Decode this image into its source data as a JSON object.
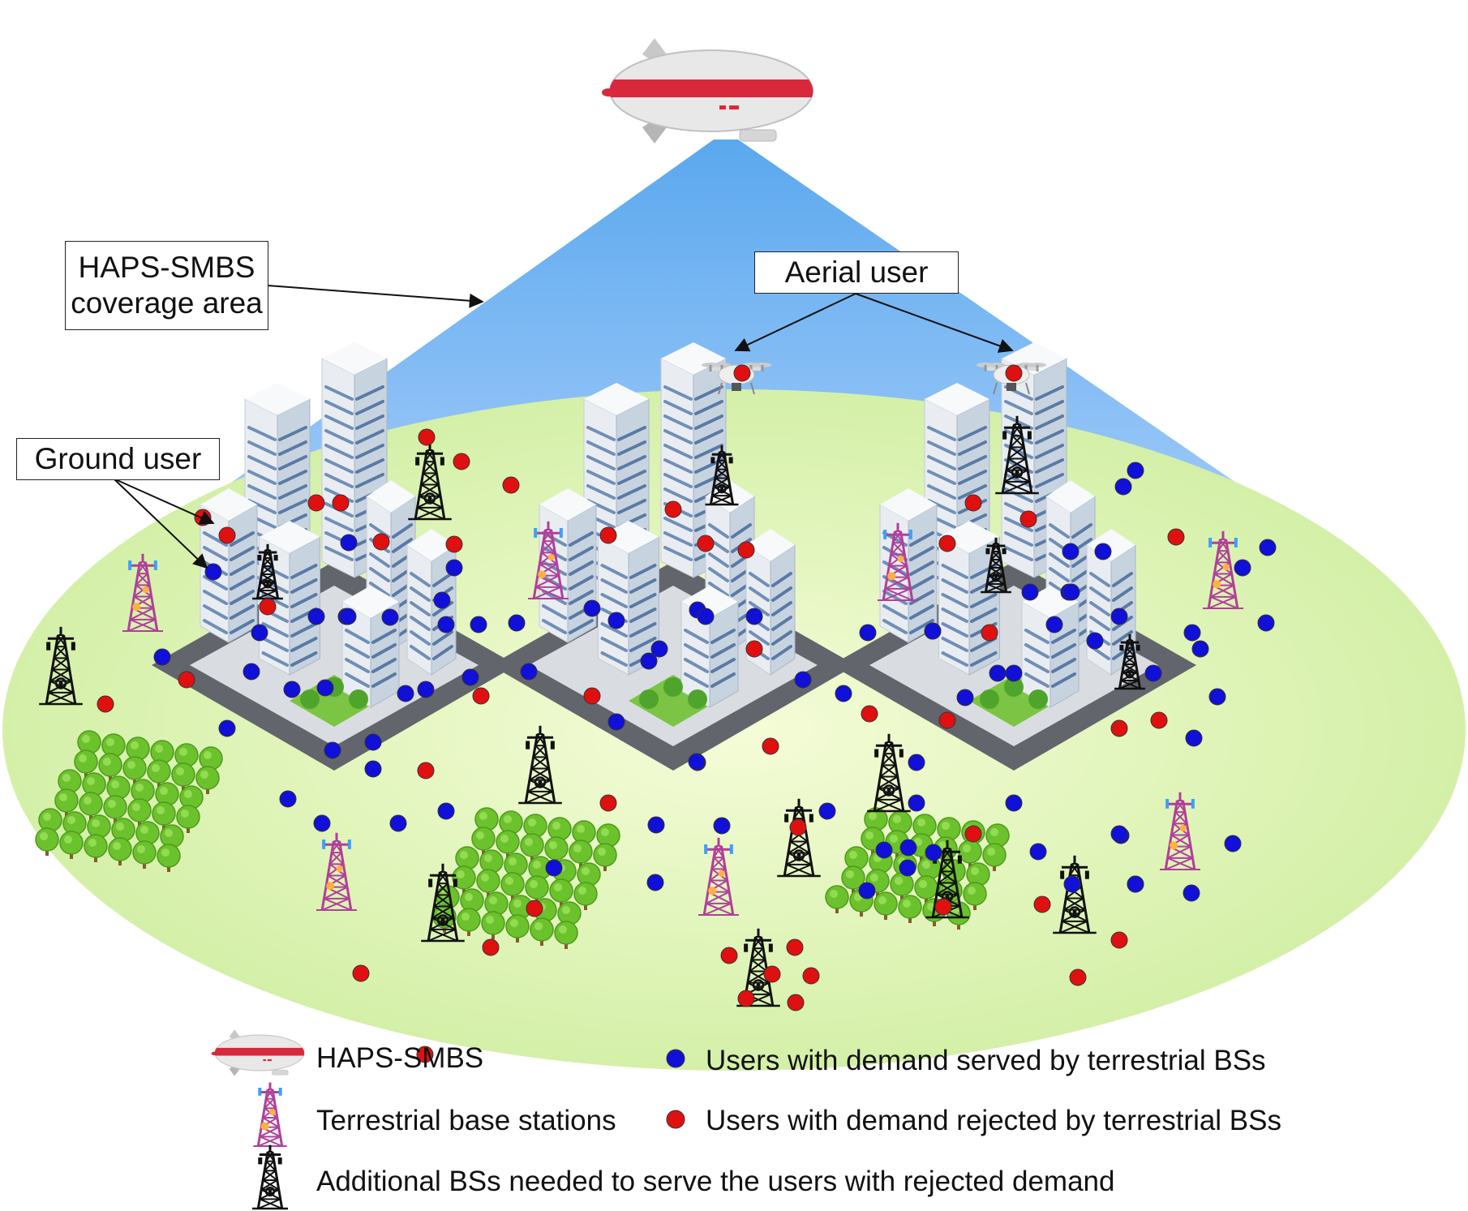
{
  "callouts": {
    "coverage": [
      "HAPS-SMBS",
      "coverage area"
    ],
    "aerial": "Aerial user",
    "ground": "Ground user"
  },
  "legend": {
    "haps": "HAPS-SMBS",
    "tbs": "Terrestrial base stations",
    "abs": "Additional BSs needed to serve the users with rejected demand",
    "served": "Users with demand served by terrestrial BSs",
    "rejected": "Users with demand rejected by terrestrial BSs"
  },
  "colors": {
    "served": "#1010d8",
    "rejected": "#e01010",
    "beam_top": "#5aa8ee",
    "beam_bottom": "#9cc8f8",
    "ground_center": "#f5fcd8",
    "ground_edge": "#d4f0a8",
    "tbs": "#b0409a",
    "abs": "#111111",
    "haps_stripe": "#d9283c"
  }
}
